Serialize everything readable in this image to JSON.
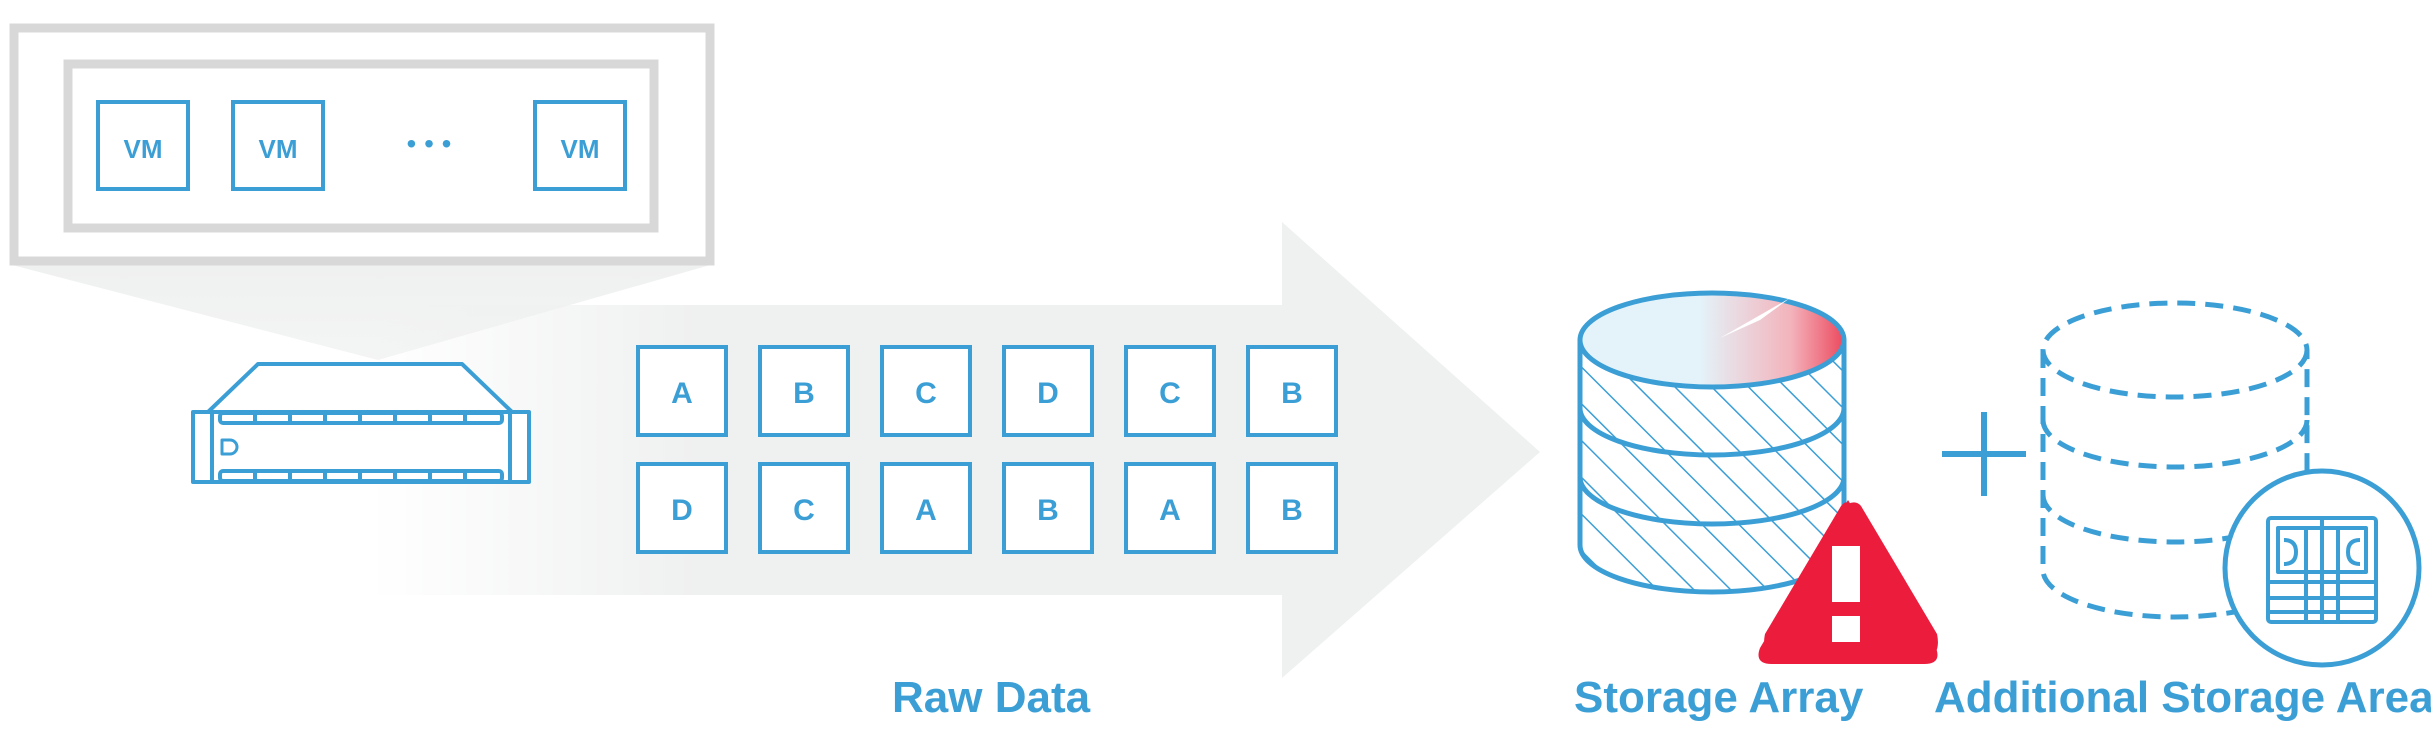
{
  "colors": {
    "accent": "#3b9fd6",
    "frame_gray": "#d8d8d8",
    "arrow_gray": "#eff0f0",
    "alert_red": "#ec1c3c",
    "disk_fill": "#e4f3fa"
  },
  "vm_panel": {
    "vm_labels": [
      "VM",
      "VM",
      "VM"
    ],
    "ellipsis": "• • •"
  },
  "raw_data": {
    "row1": [
      "A",
      "B",
      "C",
      "D",
      "C",
      "B"
    ],
    "row2": [
      "D",
      "C",
      "A",
      "B",
      "A",
      "B"
    ],
    "caption": "Raw Data"
  },
  "storage_array": {
    "caption": "Storage Array",
    "warning_icon": "alert-triangle-icon",
    "warning_mark": "!"
  },
  "plus_symbol": "+",
  "additional_storage": {
    "caption": "Additional Storage Area",
    "icon": "money-icon"
  },
  "server_icon": "rack-server-icon"
}
